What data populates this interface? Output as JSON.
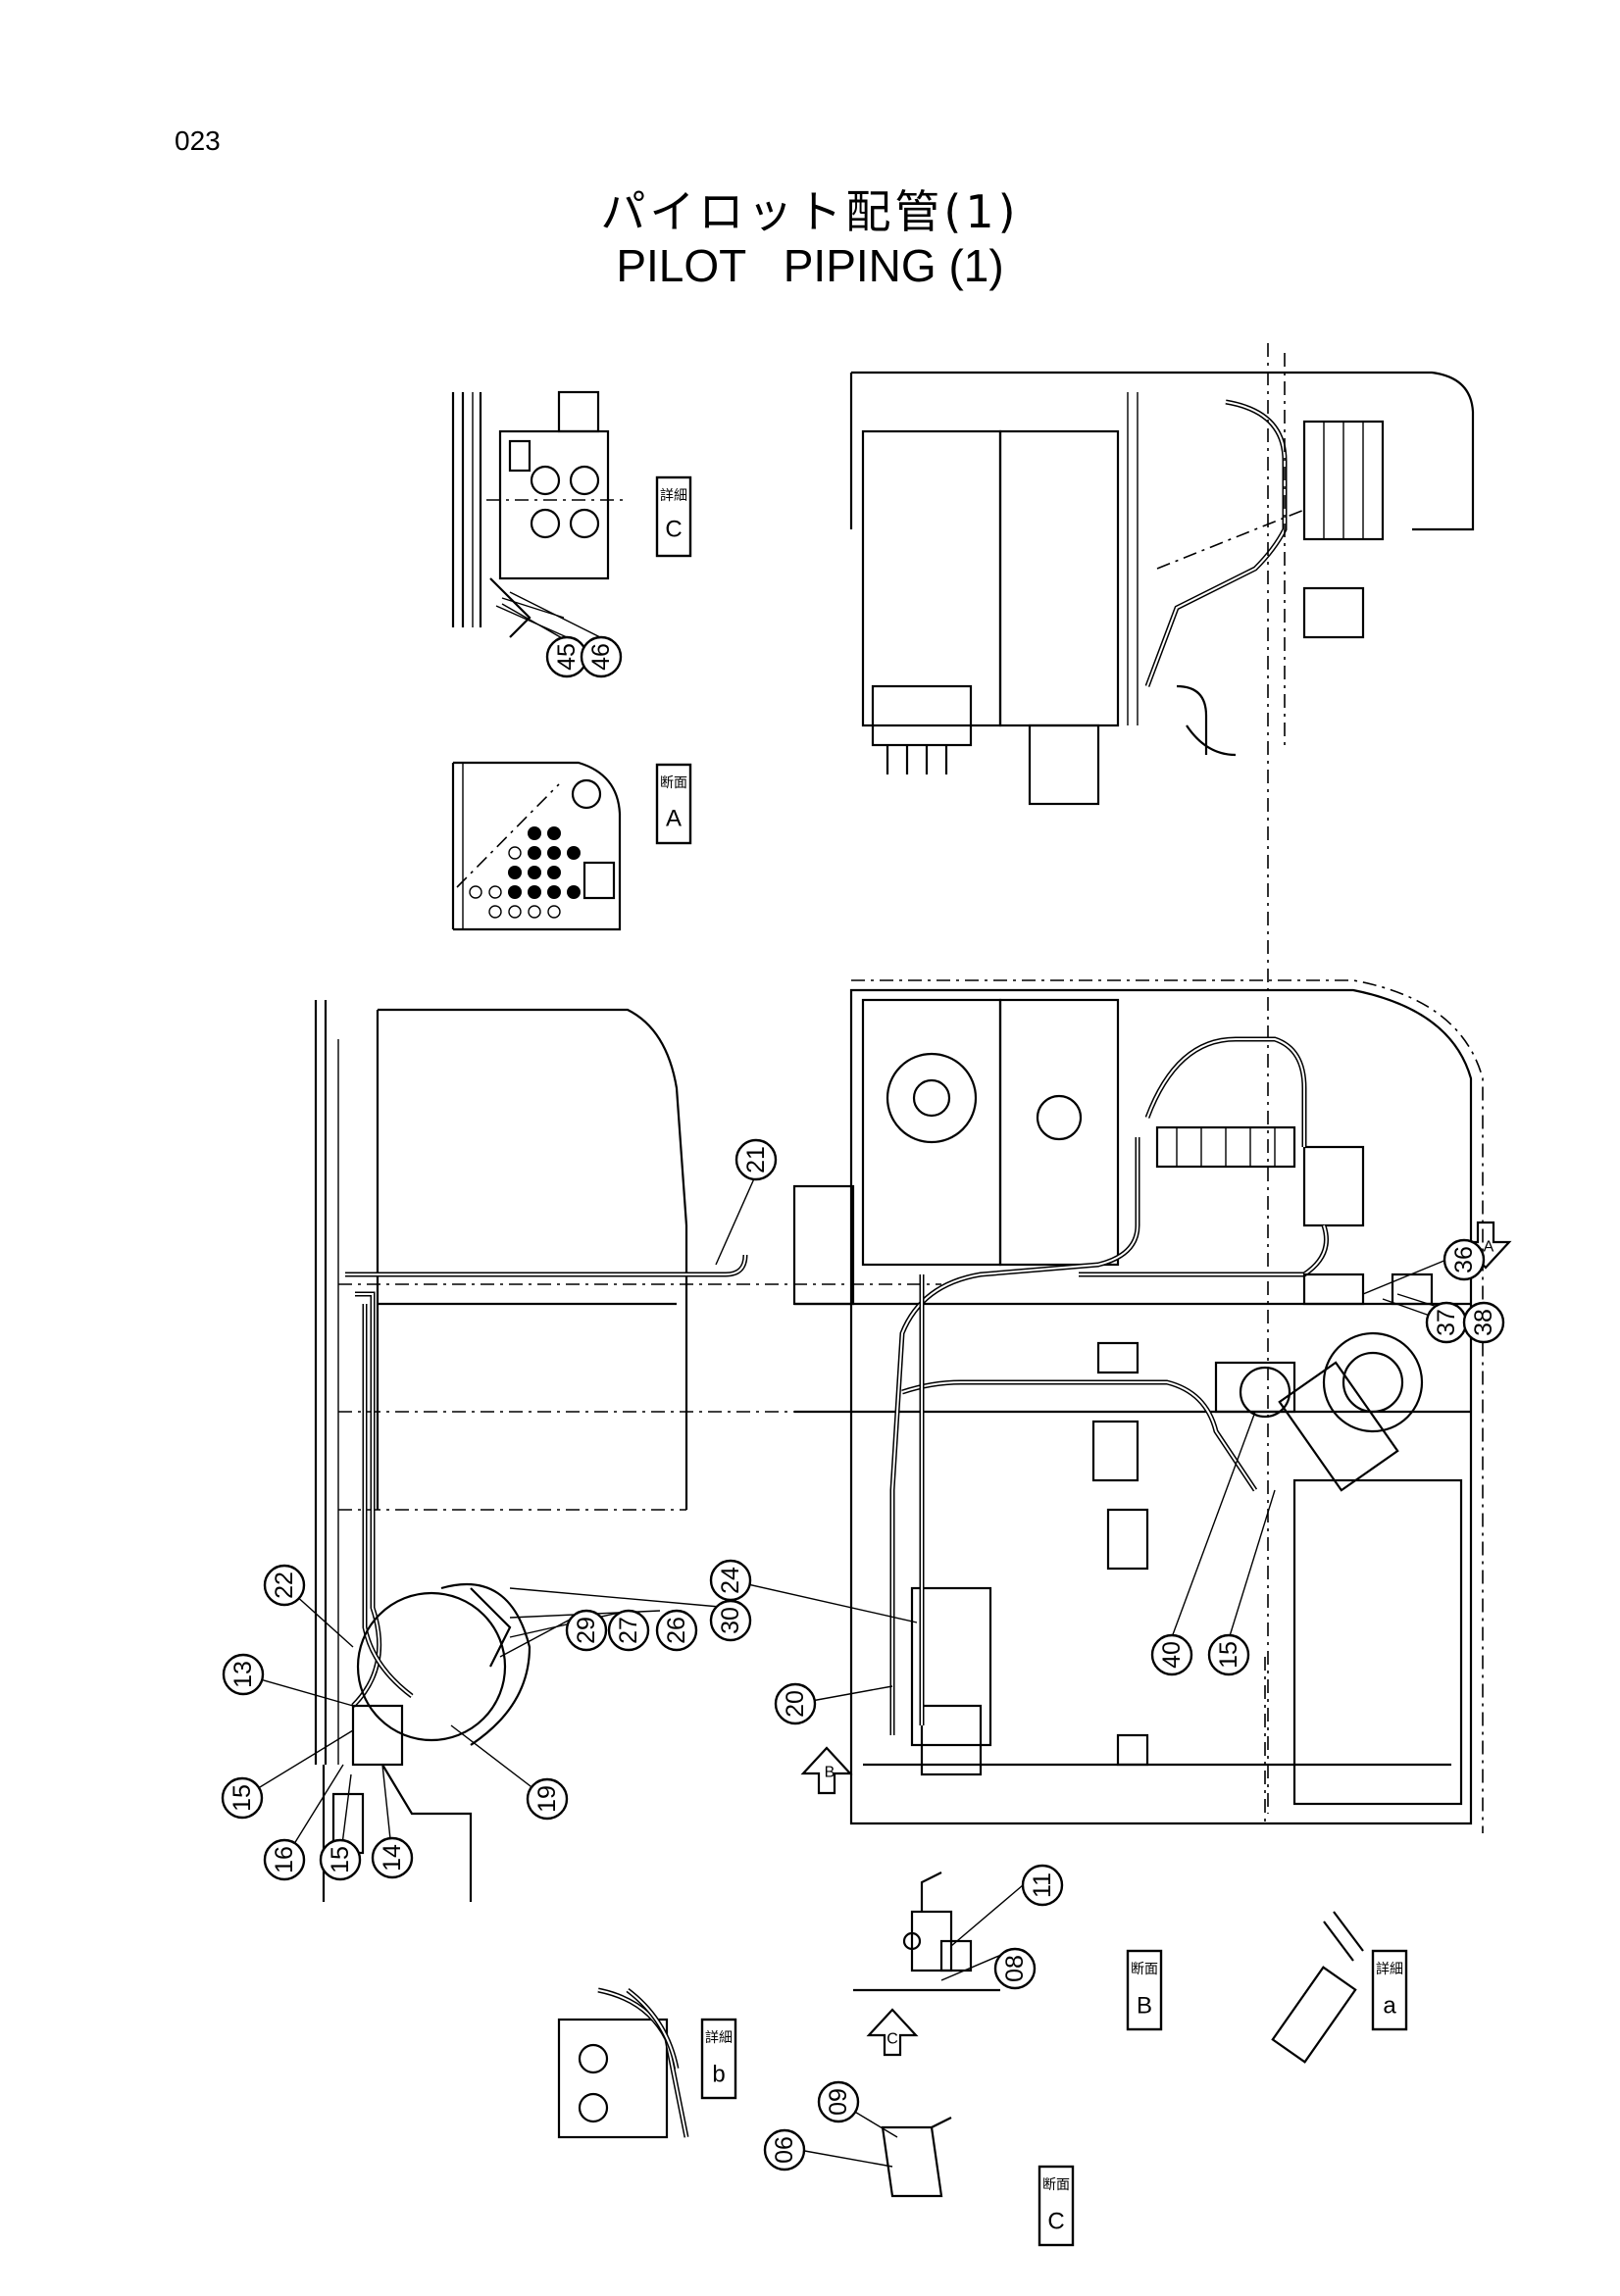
{
  "page": {
    "number": "023",
    "title_jp": "パイロット配管(1)",
    "title_en": "PILOT   PIPING (1)"
  },
  "view_tags": {
    "detail_c": "C",
    "section_a": "A",
    "section_b": "B",
    "detail_a": "a",
    "detail_b": "b",
    "section_c": "C",
    "arrow_a": "A",
    "arrow_b": "B",
    "arrow_c": "C"
  },
  "callouts": [
    "45",
    "46",
    "21",
    "36",
    "37",
    "38",
    "24",
    "30",
    "26",
    "27",
    "29",
    "22",
    "13",
    "15",
    "16",
    "15",
    "14",
    "19",
    "20",
    "40",
    "15",
    "11",
    "08",
    "09",
    "06"
  ]
}
